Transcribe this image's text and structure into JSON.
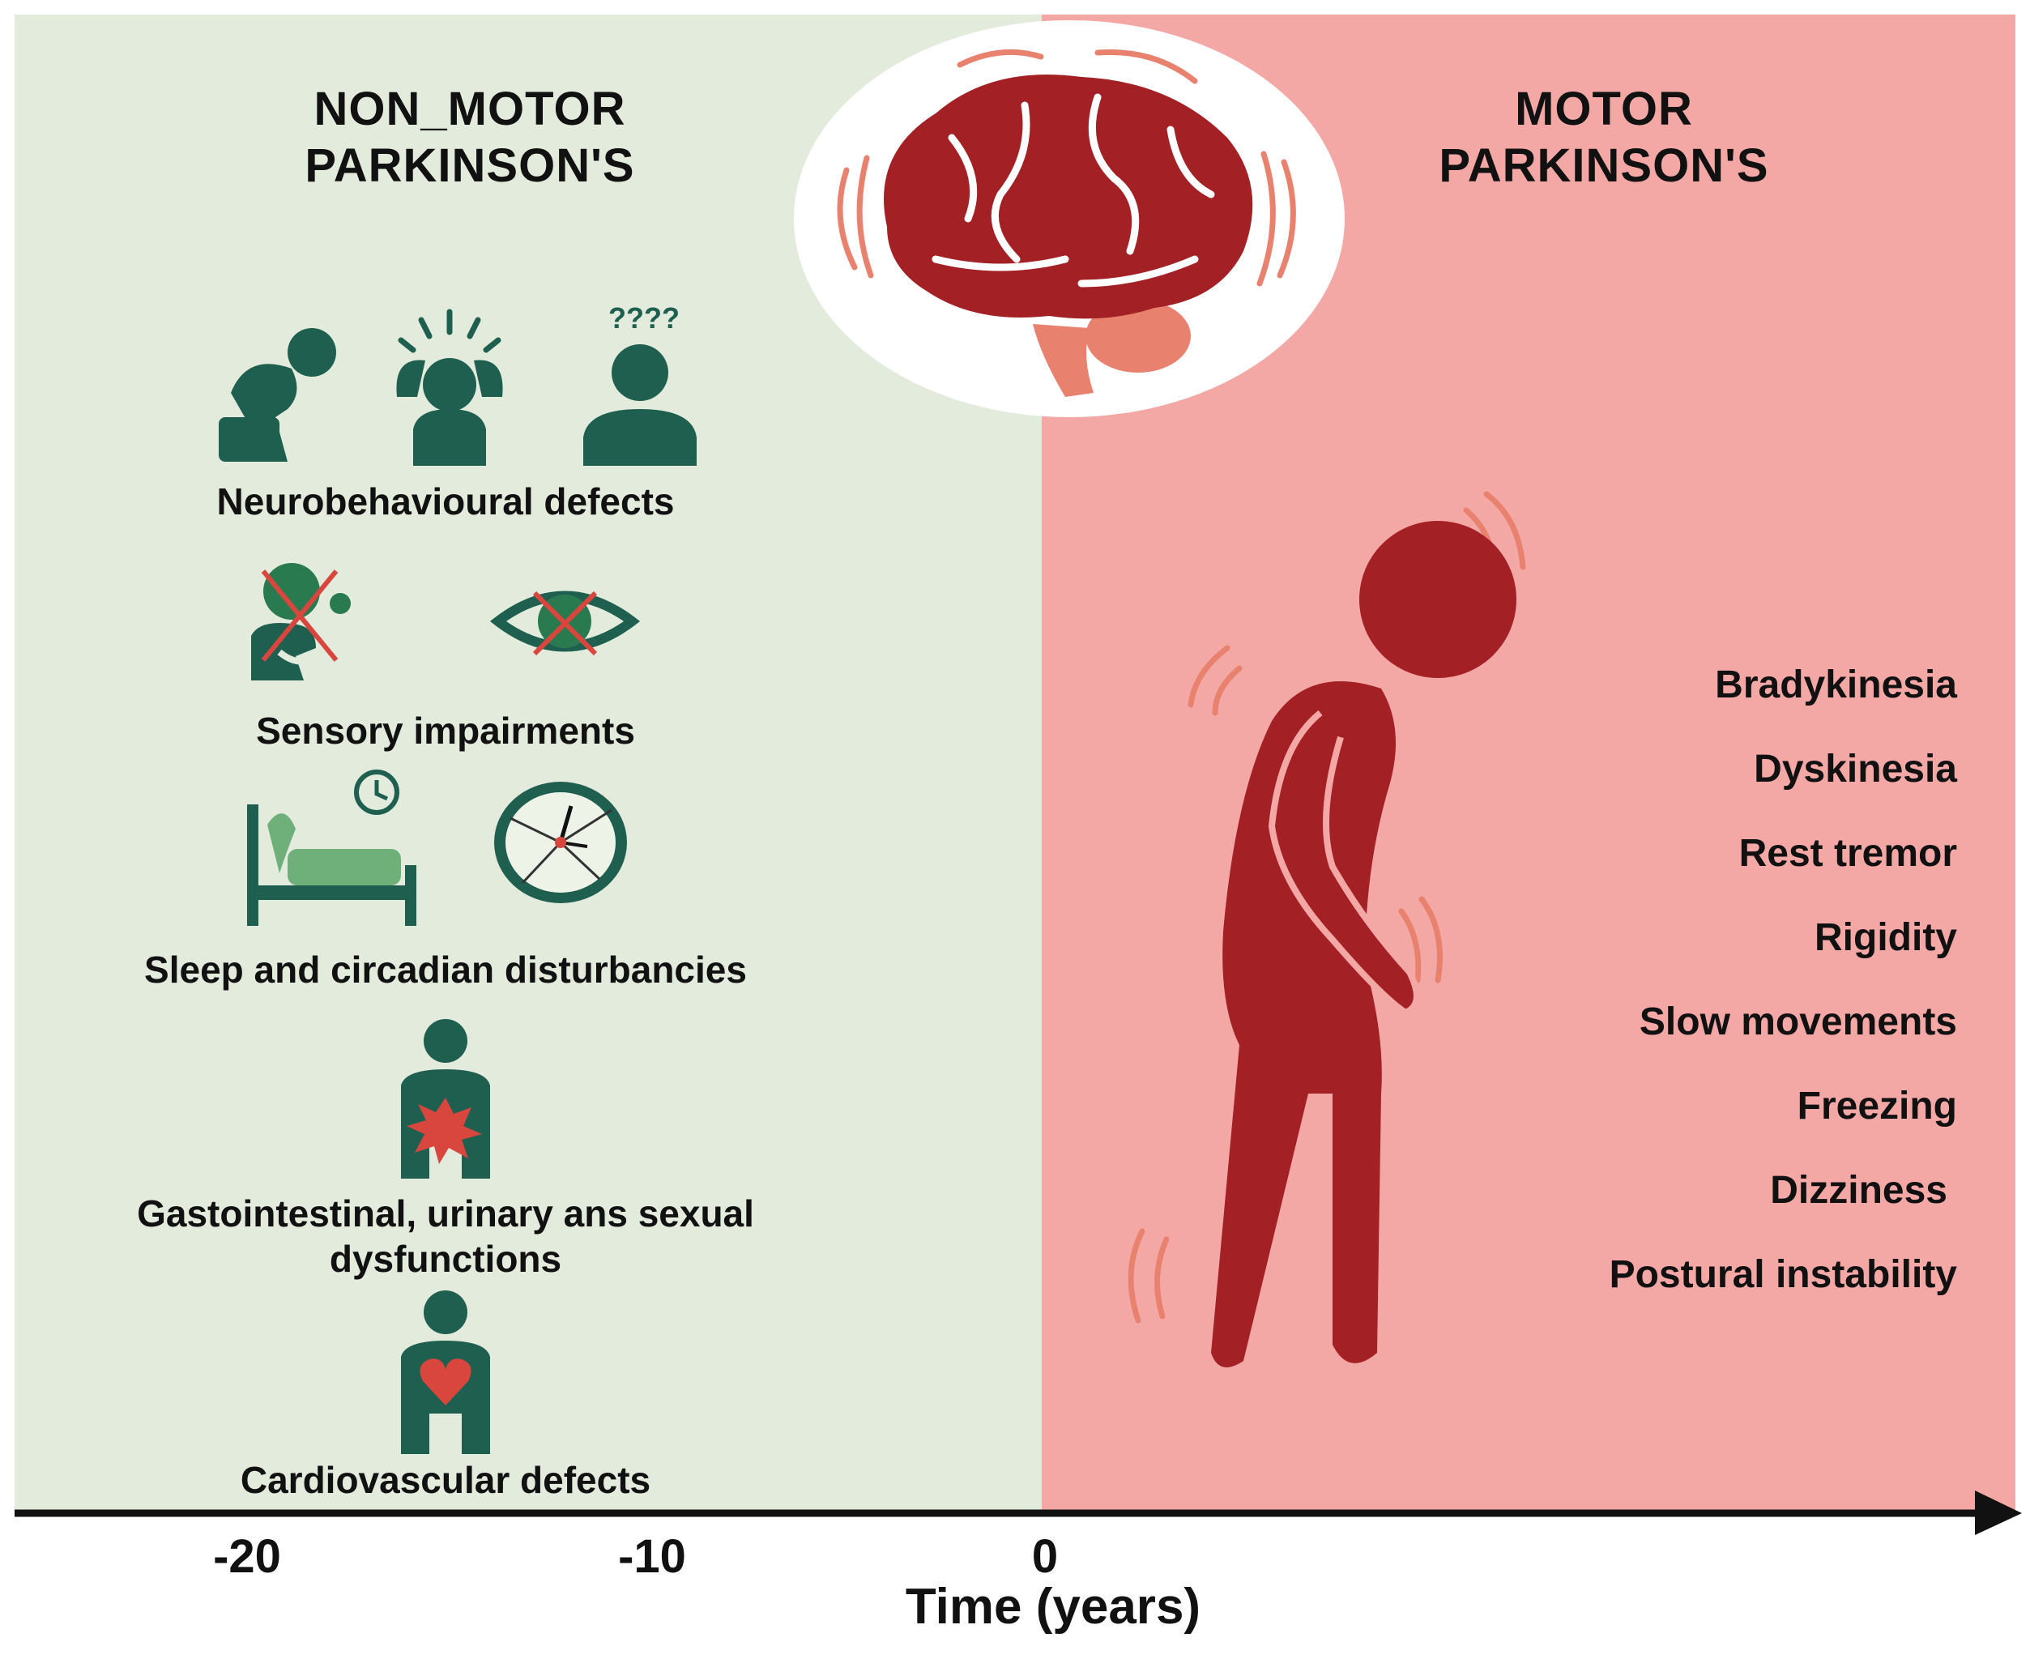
{
  "left_heading": {
    "line1": "NON_MOTOR",
    "line2": "PARKINSON'S"
  },
  "right_heading": {
    "line1": "MOTOR",
    "line2": "PARKINSON'S"
  },
  "non_motor": {
    "neurobehavioural": "Neurobehavioural defects",
    "question_marks": "????",
    "sensory": "Sensory impairments",
    "sleep": "Sleep and circadian disturbancies",
    "gastro_line1": "Gastointestinal, urinary ans sexual",
    "gastro_line2": "dysfunctions",
    "cardio": "Cardiovascular defects"
  },
  "motor_symptoms": [
    "Bradykinesia",
    "Dyskinesia",
    "Rest tremor",
    "Rigidity",
    "Slow movements",
    "Freezing",
    "Dizziness",
    "Postural instability"
  ],
  "axis": {
    "ticks": [
      "-20",
      "-10",
      "0"
    ],
    "title": "Time (years)"
  },
  "colors": {
    "non_motor_bg": "#e3ebdd",
    "motor_bg": "#f4a8a6",
    "icon_green": "#1f5f4f",
    "brain_red": "#a32025",
    "tremor_lines": "#e8826e"
  }
}
